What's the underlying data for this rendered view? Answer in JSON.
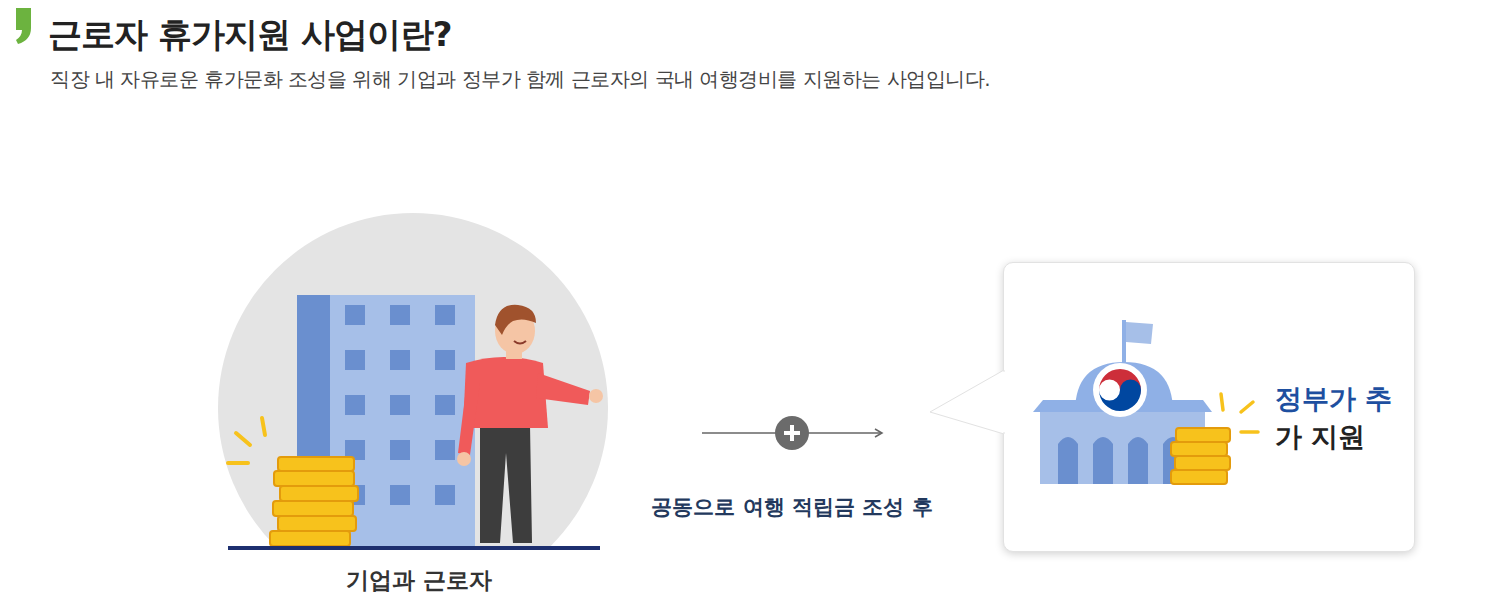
{
  "diagram": {
    "title": "근로자 휴가지원 사업이란?",
    "nodes": [
      {
        "text": [
          "기업과 근로자"
        ]
      },
      {
        "text": [
          "정부가 추가 지원"
        ]
      }
    ],
    "edges": [
      {
        "from": 0,
        "to": 1,
        "arrow": "to",
        "label": "공동으로 여행 적립금 조성 후"
      }
    ],
    "labels": [
      "직장 내 자유로운 휴가문화 조성을 위해 기업과 정부가 함께 근로자의 국내 여행경비를 지원하는 사업입니다."
    ]
  }
}
